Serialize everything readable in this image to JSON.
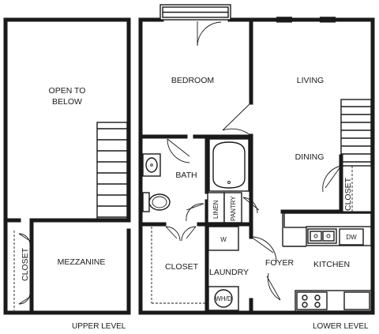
{
  "upper_level": {
    "open_to_below": [
      "OPEN TO",
      "BELOW"
    ],
    "closet": "CLOSET",
    "mezzanine": "MEZZANINE",
    "caption": "UPPER LEVEL"
  },
  "lower_level": {
    "bedroom": "BEDROOM",
    "living": "LIVING",
    "dining": "DINING",
    "bath": "BATH",
    "linen": "LINEN",
    "pantry": "PANTRY",
    "closet_right": "CLOSET",
    "closet_left": "CLOSET",
    "laundry": "LAUNDRY",
    "foyer": "FOYER",
    "kitchen": "KITCHEN",
    "washer": "W",
    "washer_dryer": "WH/D",
    "dishwasher": "DW",
    "caption": "LOWER LEVEL"
  }
}
